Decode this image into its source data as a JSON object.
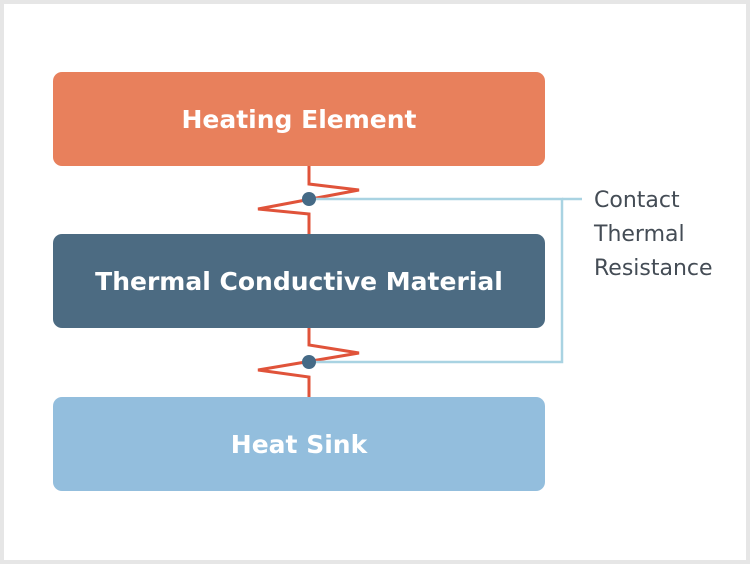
{
  "blocks": {
    "heating_element": {
      "label": "Heating Element"
    },
    "thermal_material": {
      "label": "Thermal Conductive Material"
    },
    "heat_sink": {
      "label": "Heat Sink"
    }
  },
  "annotation": {
    "lines": [
      "Contact",
      "Thermal",
      "Resistance"
    ]
  },
  "colors": {
    "heating_element": "#e8805c",
    "thermal_material": "#4c6b82",
    "heat_sink": "#93bedd",
    "resistor": "#e0533a",
    "node": "#456a86",
    "bracket": "#a9d3e2"
  }
}
